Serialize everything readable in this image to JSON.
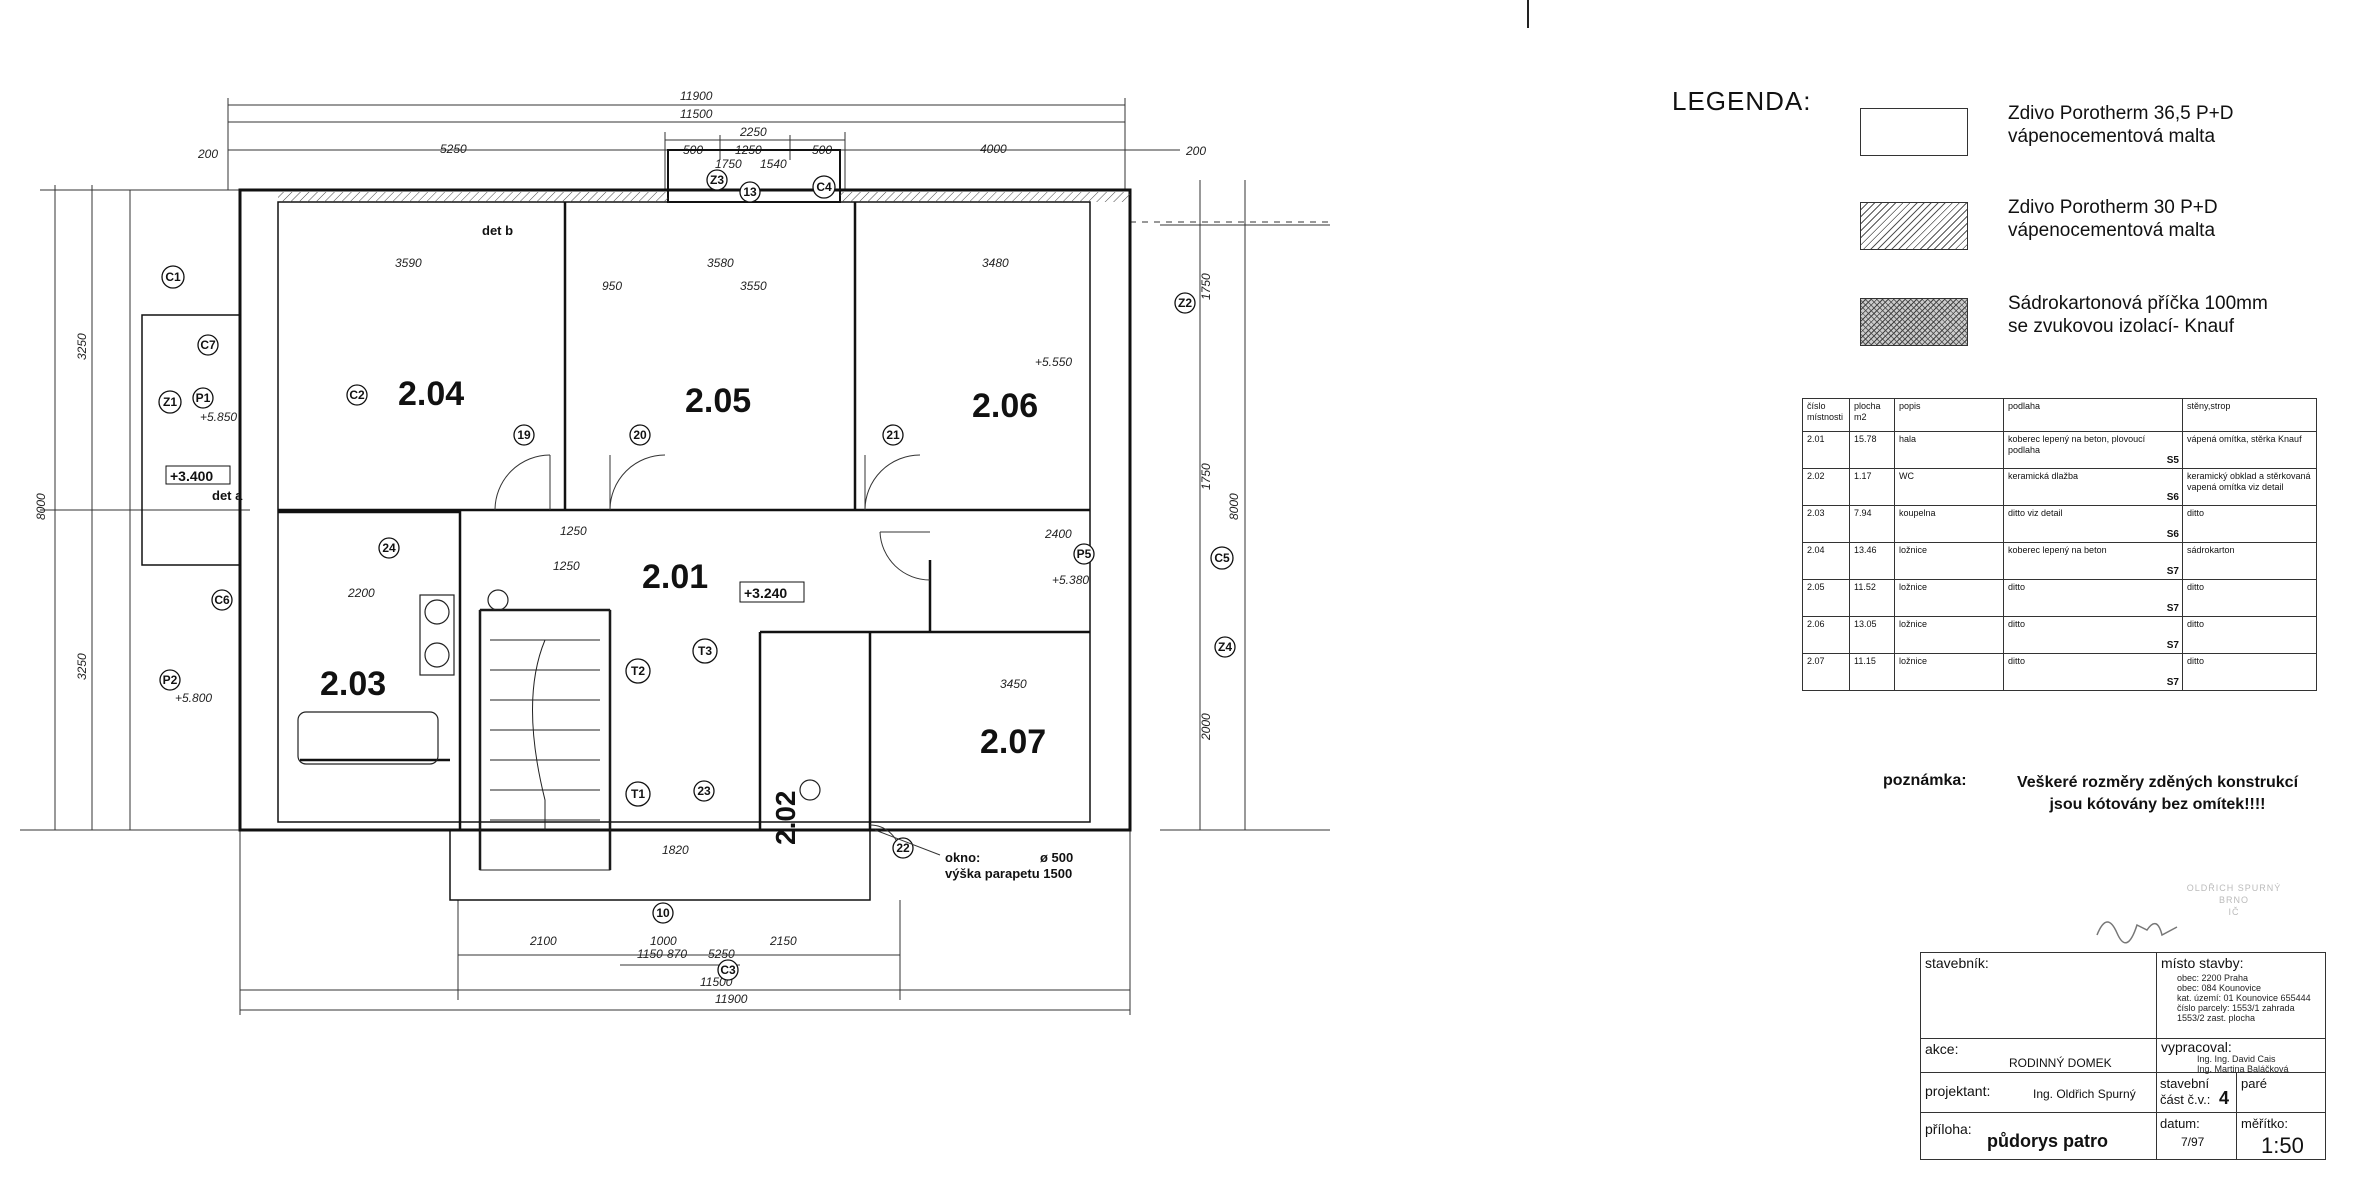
{
  "plan": {
    "rooms": [
      {
        "id": "2.04"
      },
      {
        "id": "2.05"
      },
      {
        "id": "2.06"
      },
      {
        "id": "2.01"
      },
      {
        "id": "2.03"
      },
      {
        "id": "2.07"
      },
      {
        "id": "2.02"
      }
    ],
    "dimensions": {
      "top_total_outer": "11900",
      "top_total_inner": "11500",
      "top_2250": "2250",
      "top_5250": "5250",
      "top_4000": "4000",
      "top_200_left": "200",
      "top_200_right": "200",
      "top_500a": "500",
      "top_1250": "1250",
      "top_500b": "500",
      "top_1750": "1750",
      "top_1540": "1540",
      "bottom_2100": "2100",
      "bottom_1000": "1000",
      "bottom_2150": "2150",
      "bottom_1150": "1150",
      "bottom_870": "870",
      "bottom_5250": "5250",
      "bottom_11500": "11500",
      "bottom_11900": "11900",
      "left_8000": "8000",
      "left_3250a": "3250",
      "left_3250b": "3250",
      "right_8000": "8000",
      "right_1750a": "1750",
      "right_1750b": "1750",
      "right_2000": "2000",
      "room_3590": "3590",
      "room_3580": "3580",
      "room_3480": "3480",
      "room_3550": "3550",
      "room_950": "950",
      "room_2200": "2200",
      "room_1250a": "1250",
      "room_1250b": "1250",
      "room_3450": "3450",
      "room_2400": "2400",
      "room_1820": "1820"
    },
    "level_marks": [
      {
        "text": "+3.400"
      },
      {
        "text": "+3.240"
      },
      {
        "text": "+5.550"
      },
      {
        "text": "+5.380"
      },
      {
        "text": "+5.850"
      },
      {
        "text": "+5.800"
      }
    ],
    "tags": [
      "C1",
      "C2",
      "C3",
      "C4",
      "C5",
      "C6",
      "C7",
      "Z1",
      "Z2",
      "Z3",
      "Z4",
      "P1",
      "P2",
      "P5",
      "T1",
      "T2",
      "T3",
      "13",
      "19",
      "20",
      "21",
      "22",
      "23",
      "24",
      "10"
    ],
    "notes": {
      "det_b": "det b",
      "det_a": "det a",
      "window_1": "okno:",
      "window_size": "ø 500",
      "window_2": "výška parapetu 1500"
    }
  },
  "legend": {
    "title": "LEGENDA:",
    "items": [
      {
        "line1": "Zdivo Porotherm 36,5 P+D",
        "line2": "vápenocementová malta",
        "pattern": "empty"
      },
      {
        "line1": "Zdivo Porotherm 30 P+D",
        "line2": "vápenocementová malta",
        "pattern": "hatch"
      },
      {
        "line1": "Sádrokartonová příčka 100mm",
        "line2": "se zvukovou izolací- Knauf",
        "pattern": "crosshatch"
      }
    ]
  },
  "room_table": {
    "headers": [
      "číslo místnosti",
      "plocha m2",
      "popis",
      "podlaha",
      "stěny,strop"
    ],
    "rows": [
      {
        "id": "2.01",
        "area": "15.78",
        "name": "hala",
        "floor": "koberec lepený na beton, plovoucí podlaha",
        "floor_code": "S5",
        "walls": "vápená omítka, stěrka Knauf"
      },
      {
        "id": "2.02",
        "area": "1.17",
        "name": "WC",
        "floor": "keramická dlažba",
        "floor_code": "S6",
        "walls": "keramický obklad a stěrkovaná vapená omítka viz detail"
      },
      {
        "id": "2.03",
        "area": "7.94",
        "name": "koupelna",
        "floor": "ditto viz detail",
        "floor_code": "S6",
        "walls": "ditto"
      },
      {
        "id": "2.04",
        "area": "13.46",
        "name": "ložnice",
        "floor": "koberec lepený na beton",
        "floor_code": "S7",
        "walls": "sádrokarton"
      },
      {
        "id": "2.05",
        "area": "11.52",
        "name": "ložnice",
        "floor": "ditto",
        "floor_code": "S7",
        "walls": "ditto"
      },
      {
        "id": "2.06",
        "area": "13.05",
        "name": "ložnice",
        "floor": "ditto",
        "floor_code": "S7",
        "walls": "ditto"
      },
      {
        "id": "2.07",
        "area": "11.15",
        "name": "ložnice",
        "floor": "ditto",
        "floor_code": "S7",
        "walls": "ditto"
      }
    ]
  },
  "note": {
    "label": "poznámka:",
    "line1": "Veškeré rozměry zděných konstrukcí",
    "line2": "jsou kótovány bez omítek!!!!"
  },
  "stamp": {
    "line1": "OLDŘICH SPURNÝ",
    "line2": "BRNO",
    "line3": "IČ"
  },
  "title_block": {
    "stavebnik_label": "stavebník:",
    "misto_label": "místo stavby:",
    "misto_lines": [
      "obec: 2200 Praha",
      "obec: 084 Kounovice",
      "kat. území: 01 Kounovice 655444",
      "číslo parcely: 1553/1 zahrada",
      "1553/2 zast. plocha"
    ],
    "akce_label": "akce:",
    "akce_value": "RODINNÝ DOMEK",
    "vypracoval_label": "vypracoval:",
    "vypracoval_lines": [
      "Ing. Ing. David Cais",
      "Ing. Martina Baláčková"
    ],
    "projektant_label": "projektant:",
    "projektant_value": "Ing. Oldřich Spurný",
    "cast_label1": "stavební",
    "cast_label2": "část č.v.:",
    "cast_value": "4",
    "pare_label": "paré",
    "priloha_label": "příloha:",
    "priloha_value": "půdorys patro",
    "datum_label": "datum:",
    "datum_value": "7/97",
    "meritko_label": "měřítko:",
    "meritko_value": "1:50"
  }
}
